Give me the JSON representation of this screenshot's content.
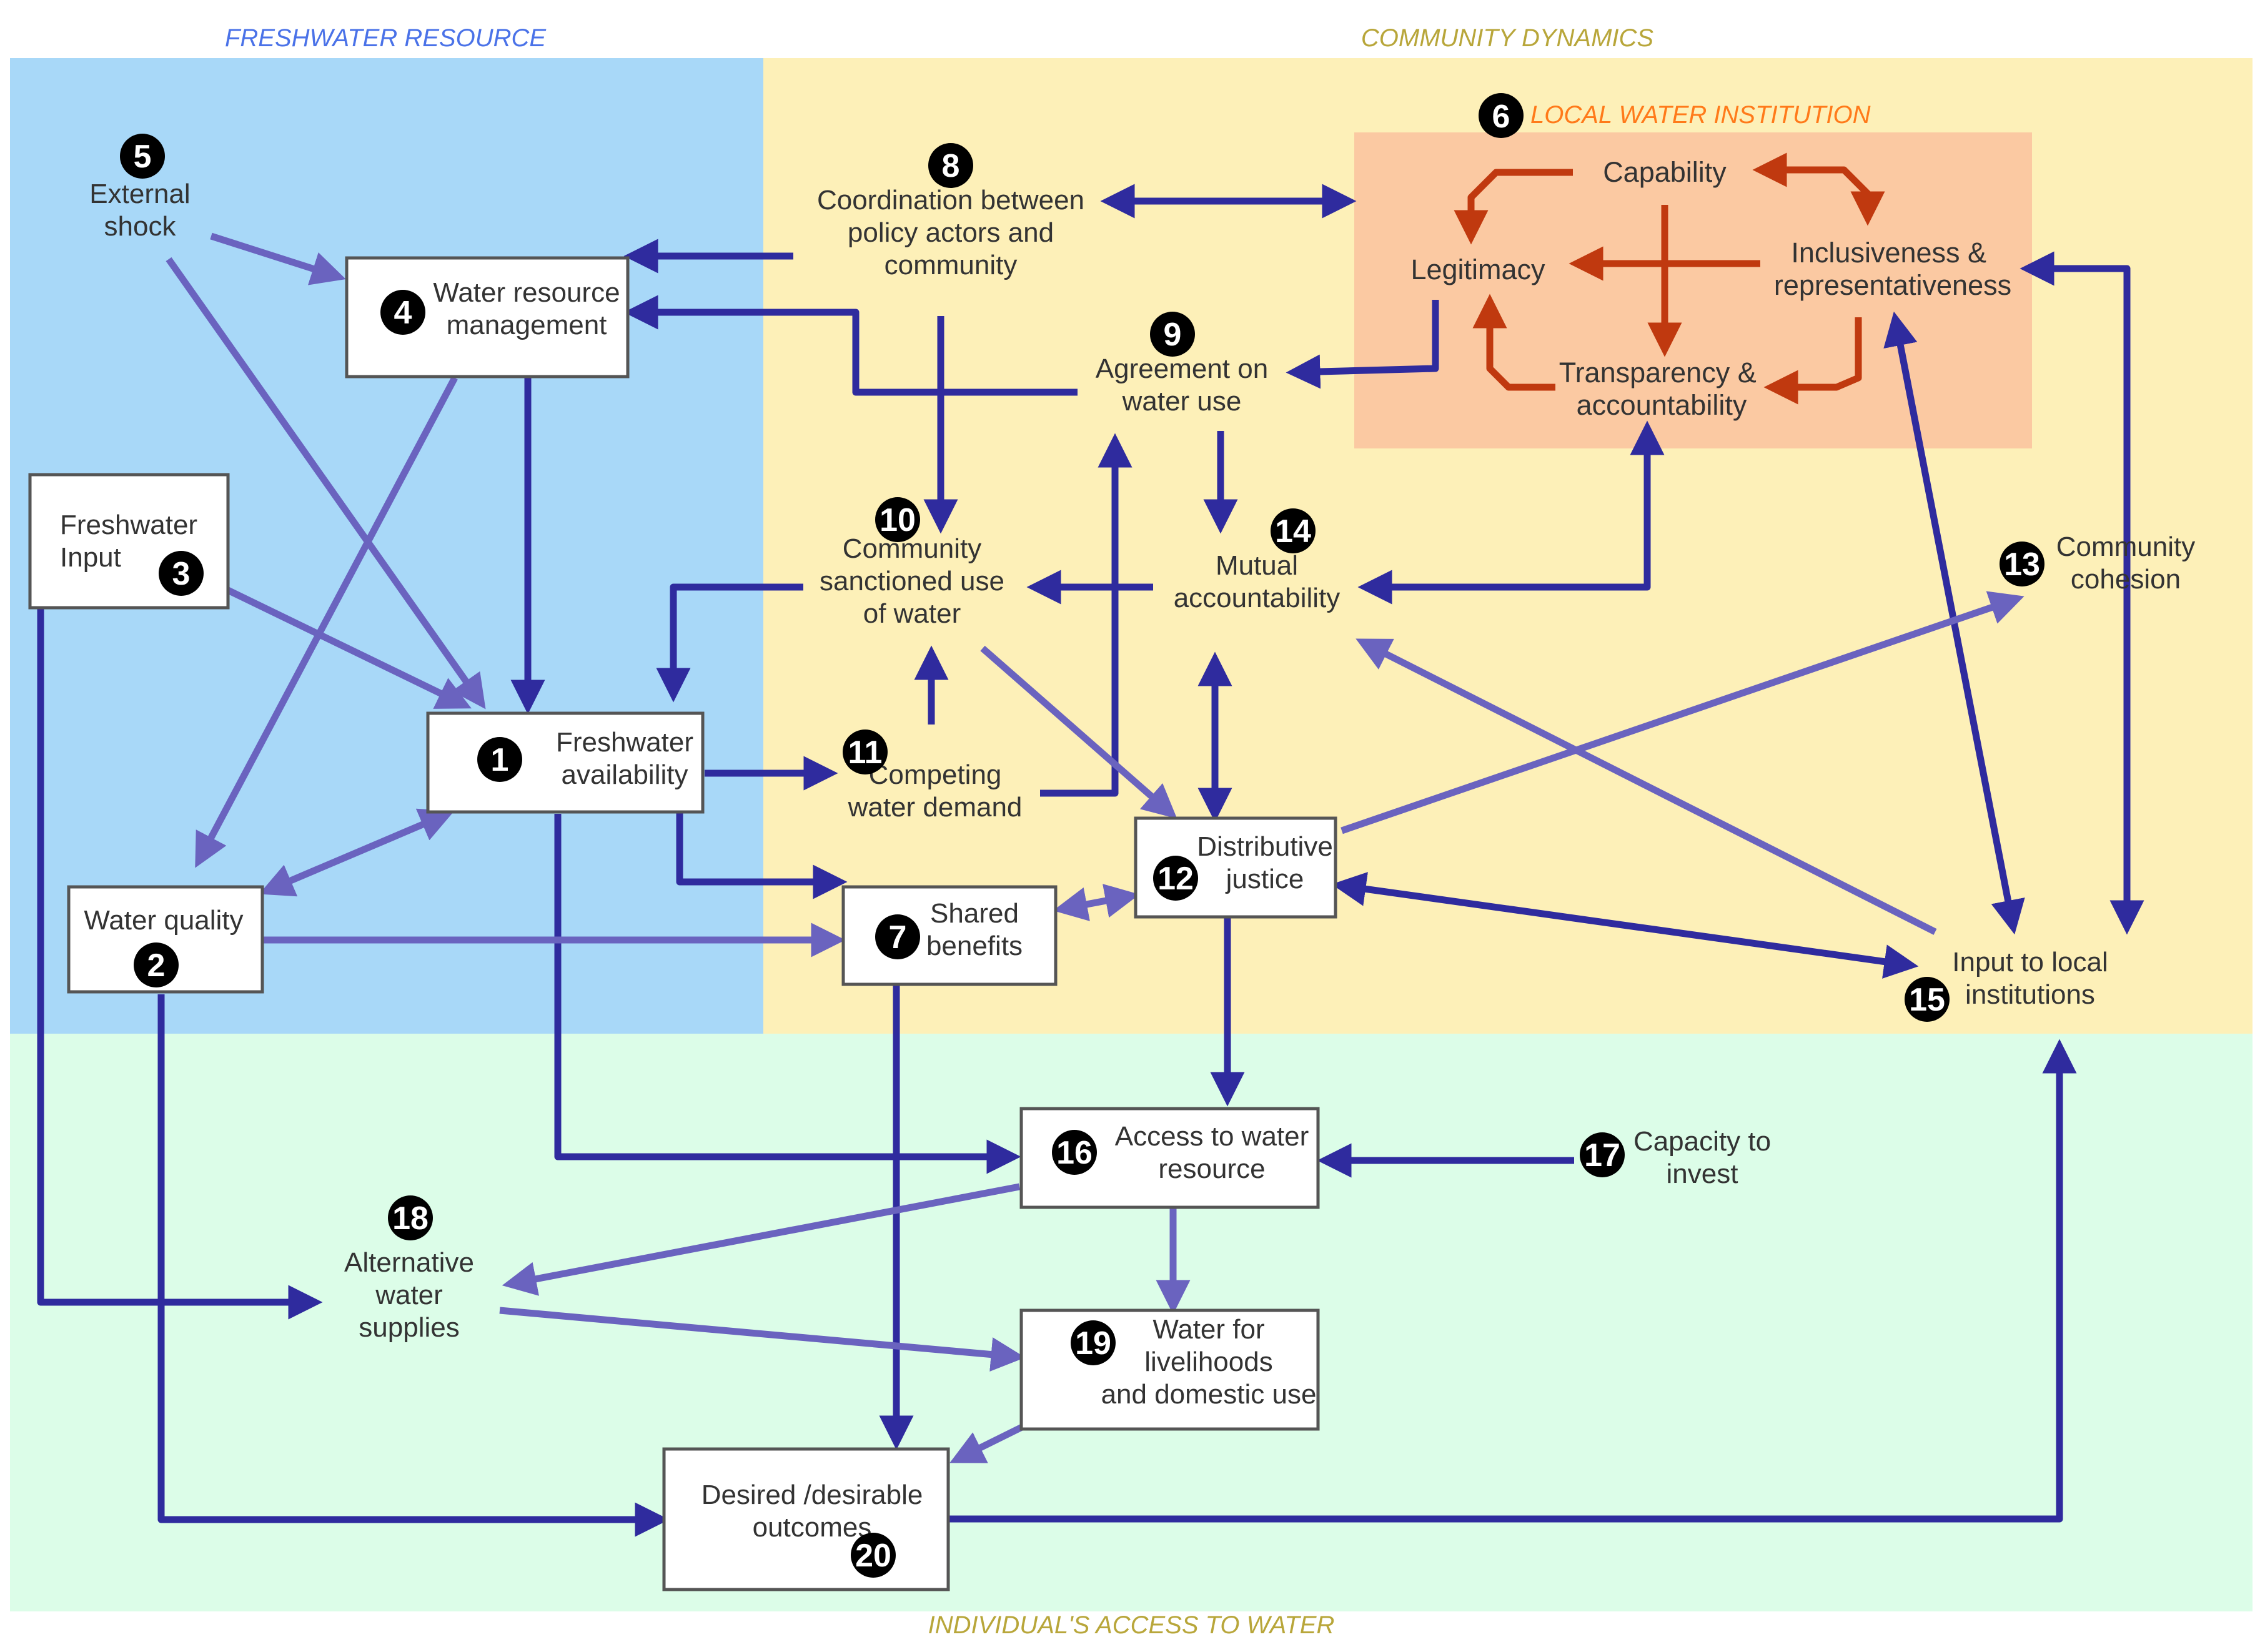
{
  "colors": {
    "freshwater_region": "#a8d8f8",
    "community_region": "#fdf0b8",
    "access_region": "#dcfde8",
    "institution_box": "#fbc9a2",
    "edge_dark": "#2f2b9e",
    "edge_light": "#6a63bf",
    "edge_institution": "#c0390f",
    "title_freshwater": "#4a72e8",
    "title_community": "#b8a63a",
    "title_access": "#b8a63a",
    "title_institution": "#ff7a1a",
    "badge": "#000000"
  },
  "regions": {
    "freshwater": "FRESHWATER RESOURCE",
    "community": "COMMUNITY DYNAMICS",
    "access": "INDIVIDUAL'S ACCESS TO WATER"
  },
  "institution": {
    "number": "6",
    "title": "LOCAL WATER INSTITUTION",
    "capability": "Capability",
    "legitimacy": "Legitimacy",
    "inclusiveness": [
      "Inclusiveness &",
      "representativeness"
    ],
    "transparency": [
      "Transparency &",
      "accountability"
    ]
  },
  "nodes": {
    "n1": {
      "number": "1",
      "lines": [
        "Freshwater",
        "availability"
      ]
    },
    "n2": {
      "number": "2",
      "lines": [
        "Water quality"
      ]
    },
    "n3": {
      "number": "3",
      "lines": [
        "Freshwater",
        "Input"
      ]
    },
    "n4": {
      "number": "4",
      "lines": [
        "Water resource",
        "management"
      ]
    },
    "n5": {
      "number": "5",
      "lines": [
        "External",
        "shock"
      ]
    },
    "n7": {
      "number": "7",
      "lines": [
        "Shared",
        "benefits"
      ]
    },
    "n8": {
      "number": "8",
      "lines": [
        "Coordination between",
        "policy actors and",
        "community"
      ]
    },
    "n9": {
      "number": "9",
      "lines": [
        "Agreement on",
        "water use"
      ]
    },
    "n10": {
      "number": "10",
      "lines": [
        "Community",
        "sanctioned use",
        "of water"
      ]
    },
    "n11": {
      "number": "11",
      "lines": [
        "Competing",
        "water demand"
      ]
    },
    "n12": {
      "number": "12",
      "lines": [
        "Distributive",
        "justice"
      ]
    },
    "n13": {
      "number": "13",
      "lines": [
        "Community",
        "cohesion"
      ]
    },
    "n14": {
      "number": "14",
      "lines": [
        "Mutual",
        "accountability"
      ]
    },
    "n15": {
      "number": "15",
      "lines": [
        "Input to local",
        "institutions"
      ]
    },
    "n16": {
      "number": "16",
      "lines": [
        "Access to water",
        "resource"
      ]
    },
    "n17": {
      "number": "17",
      "lines": [
        "Capacity to",
        "invest"
      ]
    },
    "n18": {
      "number": "18",
      "lines": [
        "Alternative",
        "water",
        "supplies"
      ]
    },
    "n19": {
      "number": "19",
      "lines": [
        "Water for",
        "livelihoods",
        "and domestic use"
      ]
    },
    "n20": {
      "number": "20",
      "lines": [
        "Desired /desirable",
        "outcomes"
      ]
    }
  }
}
